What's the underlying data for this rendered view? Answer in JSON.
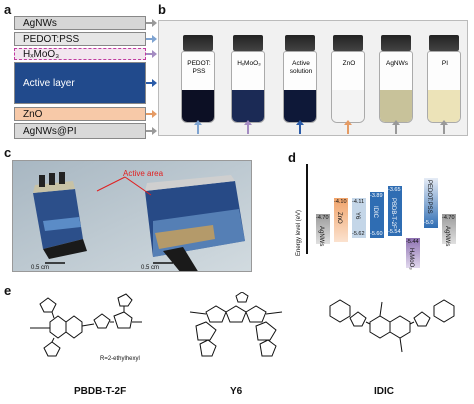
{
  "panels": {
    "a": "a",
    "b": "b",
    "c": "c",
    "d": "d",
    "e": "e"
  },
  "panel_a": {
    "layers": [
      {
        "label": "AgNWs",
        "color": "#d6d6d6",
        "arrow": "#999999"
      },
      {
        "label": "PEDOT:PSS",
        "color": "#e6e6e6",
        "arrow": "#7ea3d1"
      },
      {
        "label": "HₓMoO₃",
        "color": "#f2e6ef",
        "arrow": "#a48cc2"
      },
      {
        "label": "Active layer",
        "color": "#214a8c",
        "arrow": "#2a5ba8"
      },
      {
        "label": "ZnO",
        "color": "#f7c9a8",
        "arrow": "#e59b64"
      },
      {
        "label": "AgNWs@PI",
        "color": "#d9d9d9",
        "arrow": "#999999"
      }
    ]
  },
  "panel_b": {
    "vials": [
      {
        "label": "PEDOT:\nPSS",
        "liquid": "#0c0f24",
        "arrow": "#7ea3d1"
      },
      {
        "label": "HₓMoO₃",
        "liquid": "#1b2a55",
        "arrow": "#a48cc2"
      },
      {
        "label": "Active\nsolution",
        "liquid": "#0e1838",
        "arrow": "#2a5ba8"
      },
      {
        "label": "ZnO",
        "liquid": "#f3f3f3",
        "arrow": "#e59b64"
      },
      {
        "label": "AgNWs",
        "liquid": "#c8c29a",
        "arrow": "#999999"
      },
      {
        "label": "PI",
        "liquid": "#ece3b8",
        "arrow": "#999999"
      }
    ]
  },
  "panel_c": {
    "active_area": "Active area",
    "scale_left": "0.5 cm",
    "scale_right": "0.5 cm"
  },
  "panel_d": {
    "ylabel": "Energy level (eV)",
    "materials": [
      {
        "name": "AgNWs",
        "top": "-4.70",
        "bottom": null,
        "color": "#9a9a9a"
      },
      {
        "name": "ZnO",
        "top": "-4.10",
        "bottom": null,
        "color": "#f0a36a"
      },
      {
        "name": "Y6",
        "top": "-4.11",
        "bottom": "-5.62",
        "color": "#c4d6e8"
      },
      {
        "name": "IDIC",
        "top": "-3.89",
        "bottom": "-5.60",
        "color": "#2f6db3"
      },
      {
        "name": "PBDB-T-2F",
        "top": "-3.65",
        "bottom": "-5.54",
        "color": "#2f6db3"
      },
      {
        "name": "HₓMoO₃",
        "top": "-5.44",
        "bottom": null,
        "color": "#8d70b0"
      },
      {
        "name": "PEDOT:PSS",
        "top": "-5.0",
        "bottom": null,
        "color": "#2f6db3"
      },
      {
        "name": "AgNWs",
        "top": "-4.70",
        "bottom": null,
        "color": "#9a9a9a"
      }
    ]
  },
  "panel_e": {
    "molecules": [
      "PBDB-T-2F",
      "Y6",
      "IDIC"
    ],
    "r_group": "R=2-ethylhexyl"
  }
}
